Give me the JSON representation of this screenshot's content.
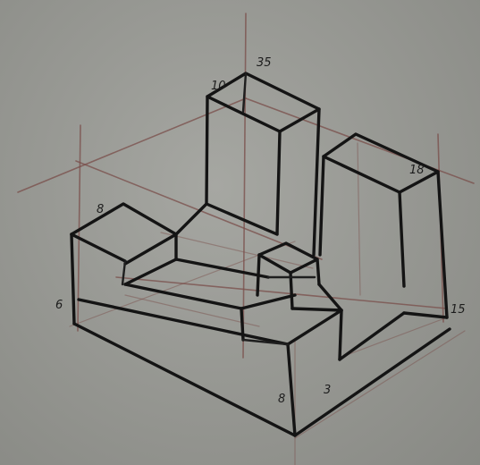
{
  "labels": {
    "tall_block_left": "10",
    "tall_block_right": "35",
    "right_wall": "18",
    "left_block_top": "8",
    "left_height": "6",
    "right_height": "15",
    "bottom_front": "8",
    "bottom_right": "3"
  }
}
